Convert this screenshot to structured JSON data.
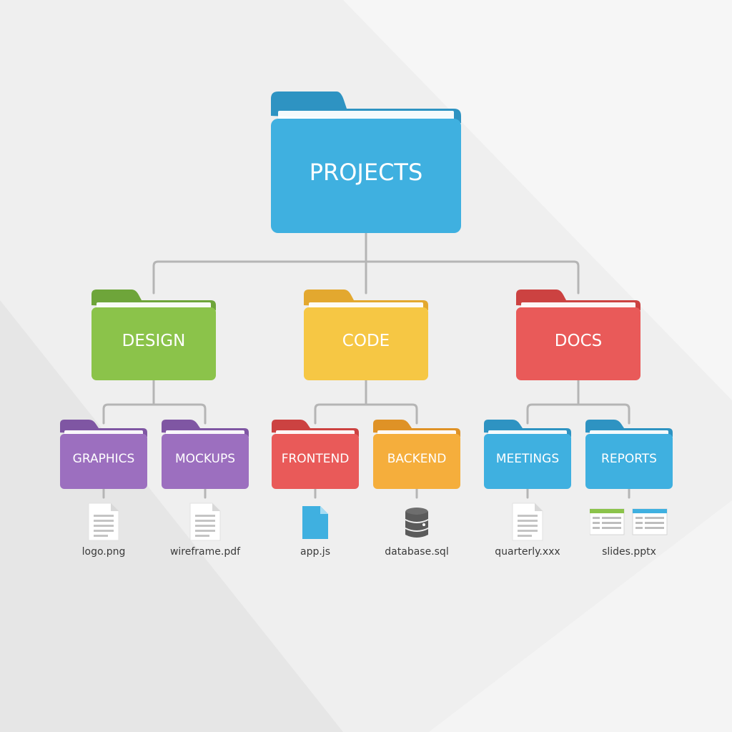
{
  "root": {
    "label": "PROJECTS",
    "color": "#3fb0e0",
    "tab_color": "#2e93c2"
  },
  "categories": [
    {
      "label": "DESIGN",
      "color": "#8bc34a",
      "tab_color": "#6ea53a",
      "children": [
        {
          "label": "GRAPHICS",
          "color": "#9c6fbf",
          "tab_color": "#7f56a3",
          "file": {
            "name": "logo.png",
            "icon": "document-icon"
          }
        },
        {
          "label": "MOCKUPS",
          "color": "#9c6fbf",
          "tab_color": "#7f56a3",
          "file": {
            "name": "wireframe.pdf",
            "icon": "document-icon"
          }
        }
      ]
    },
    {
      "label": "CODE",
      "color": "#f6c744",
      "tab_color": "#e3a82f",
      "children": [
        {
          "label": "FRONTEND",
          "color": "#e95a59",
          "tab_color": "#cc4241",
          "file": {
            "name": "app.js",
            "icon": "code-file-icon"
          }
        },
        {
          "label": "BACKEND",
          "color": "#f5ae3c",
          "tab_color": "#df9226",
          "file": {
            "name": "database.sql",
            "icon": "database-icon"
          }
        }
      ]
    },
    {
      "label": "DOCS",
      "color": "#e95a59",
      "tab_color": "#cc4241",
      "children": [
        {
          "label": "MEETINGS",
          "color": "#3fb0e0",
          "tab_color": "#2e93c2",
          "file": {
            "name": "quarterly.xxx",
            "icon": "document-icon"
          }
        },
        {
          "label": "REPORTS",
          "color": "#3fb0e0",
          "tab_color": "#2e93c2",
          "file": {
            "name": "slides.pptx",
            "icon": "slides-icon"
          }
        }
      ]
    }
  ]
}
